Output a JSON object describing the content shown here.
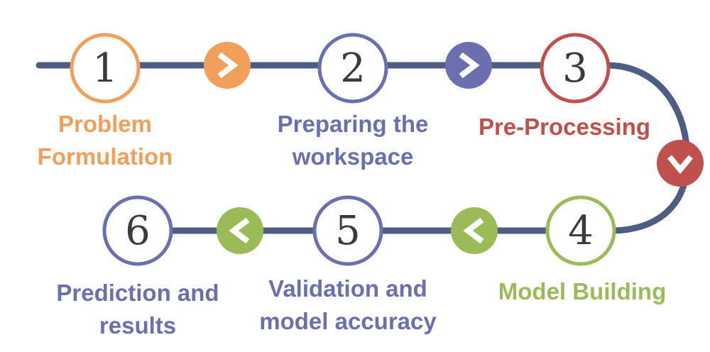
{
  "colors": {
    "path": "#4e5d85",
    "orange": "#f0a05a",
    "blue": "#6b6fb0",
    "red": "#c0504d",
    "green": "#9bbb59"
  },
  "steps": [
    {
      "number": "1",
      "label_lines": [
        "Problem",
        "Formulation"
      ],
      "color": "orange"
    },
    {
      "number": "2",
      "label_lines": [
        "Preparing the",
        "workspace"
      ],
      "color": "blue"
    },
    {
      "number": "3",
      "label_lines": [
        "Pre-Processing"
      ],
      "color": "red"
    },
    {
      "number": "4",
      "label_lines": [
        "Model Building"
      ],
      "color": "green"
    },
    {
      "number": "5",
      "label_lines": [
        "Validation and",
        "model accuracy"
      ],
      "color": "blue"
    },
    {
      "number": "6",
      "label_lines": [
        "Prediction and",
        "results"
      ],
      "color": "blue"
    }
  ],
  "connectors": [
    {
      "direction": "right",
      "color": "orange",
      "icon": "chevron-right-icon"
    },
    {
      "direction": "right",
      "color": "blue",
      "icon": "chevron-right-icon"
    },
    {
      "direction": "down",
      "color": "red",
      "icon": "chevron-down-icon"
    },
    {
      "direction": "left",
      "color": "green",
      "icon": "chevron-left-icon"
    },
    {
      "direction": "left",
      "color": "green",
      "icon": "chevron-left-icon"
    }
  ]
}
